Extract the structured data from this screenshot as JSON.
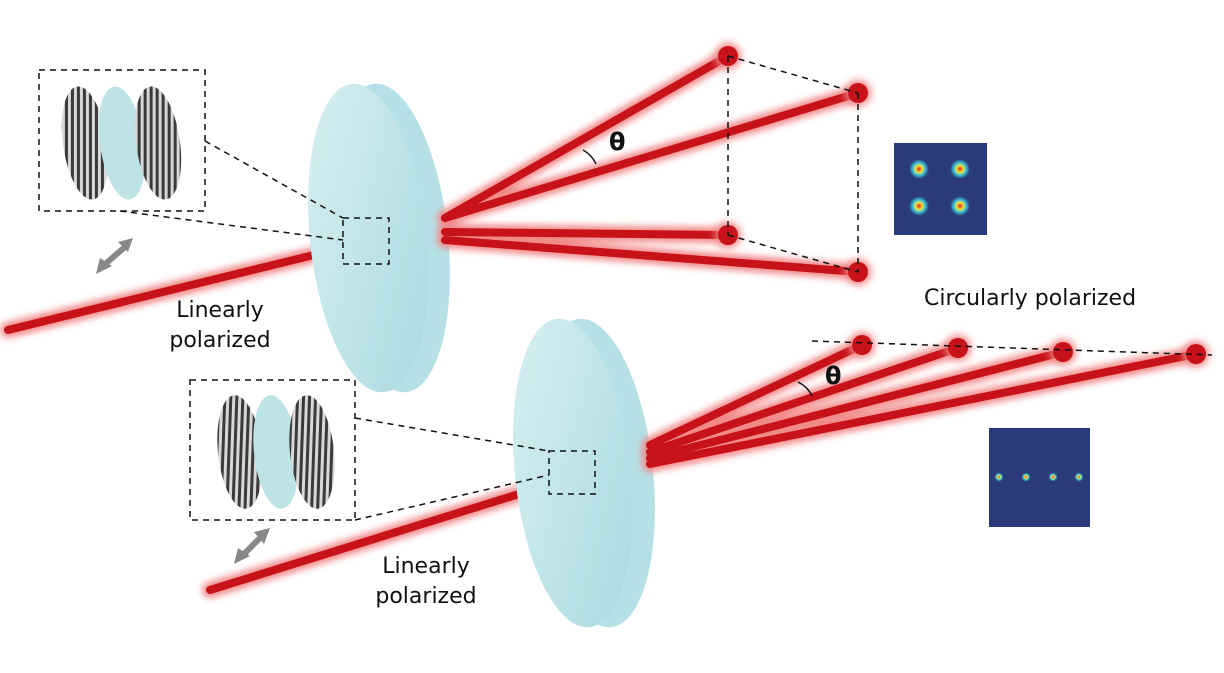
{
  "labels": {
    "linear_top_line1": "Linearly",
    "linear_top_line2": "polarized",
    "linear_bottom_line1": "Linearly",
    "linear_bottom_line2": "polarized",
    "circular": "Circularly polarized",
    "theta_top": "θ",
    "theta_bottom": "θ"
  },
  "colors": {
    "beam": "#c8121a",
    "beam_glow": "#f28a8a",
    "lens_light": "#cfecef",
    "lens_dark": "#9fd3da",
    "dash": "#111111",
    "arrow": "#888888",
    "pattern_bg": "#2a3a7a"
  },
  "icons": {
    "polarization_arrow_top": "double-arrow-icon",
    "polarization_arrow_bottom": "double-arrow-icon"
  }
}
